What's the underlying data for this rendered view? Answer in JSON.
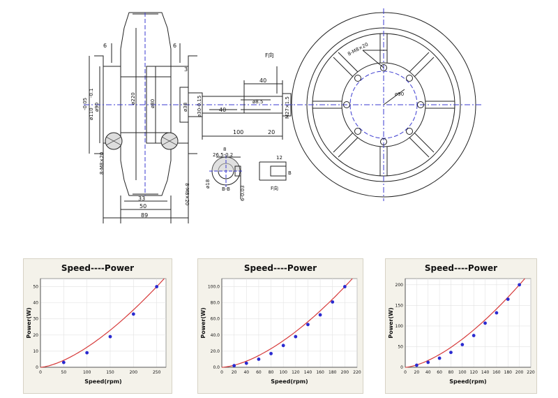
{
  "drawing": {
    "dims": {
      "d6_left": "6",
      "d6_right": "6",
      "d3": "3",
      "tol_neg": "-0.05",
      "tol_neg2": "-0.1",
      "d110": "ø110",
      "d90": "ø90",
      "d220": "ø220",
      "d80": "ø80",
      "d38": "ø38",
      "d30": "ø30-0.15",
      "d8_5": "ø8.5",
      "bolt_left": "8-M8×20",
      "bolt_right": "8-M8×20",
      "bolt_face": "8-M8×20",
      "pcd": "ø90",
      "d40_top": "40",
      "d40_mid": "40",
      "d100": "100",
      "d20": "20",
      "d33": "33",
      "d50": "50",
      "d89": "89",
      "thread": "M27×1.5",
      "view_label": "F向",
      "key_w": "8",
      "key_h": "26.5-0.2",
      "key_d": "ø18",
      "key_t": "6-0.03",
      "key_bb": "B-B",
      "key_l": "12",
      "key_b": "B",
      "key_f": "F向"
    }
  },
  "chart_data": [
    {
      "type": "line",
      "title": "Speed----Power",
      "xlabel": "Speed(rpm)",
      "ylabel": "Power(W)",
      "xlim": [
        0,
        270
      ],
      "ylim": [
        0,
        55
      ],
      "xticks": [
        0,
        50,
        100,
        150,
        200,
        250
      ],
      "yticks": [
        0,
        10,
        20,
        30,
        40,
        50
      ],
      "xtick_labels": [
        "0",
        "50",
        "100",
        "150",
        "200",
        "250"
      ],
      "ytick_labels": [
        "0",
        "10",
        "20",
        "30",
        "40",
        "50"
      ],
      "x": [
        50,
        100,
        150,
        200,
        250
      ],
      "y": [
        3,
        9,
        19,
        33,
        50
      ],
      "curve_exp": 1.52,
      "grid": true,
      "line_color": "#d63a3a",
      "marker_color": "#2a2ad0"
    },
    {
      "type": "line",
      "title": "Speed----Power",
      "xlabel": "Speed(rpm)",
      "ylabel": "Power(W)",
      "xlim": [
        0,
        220
      ],
      "ylim": [
        0,
        110
      ],
      "xticks": [
        0,
        20,
        40,
        60,
        80,
        100,
        120,
        140,
        160,
        180,
        200,
        220
      ],
      "yticks": [
        0,
        20,
        40,
        60,
        80,
        100
      ],
      "xtick_labels": [
        "0",
        "20",
        "40",
        "60",
        "80",
        "100",
        "120",
        "140",
        "160",
        "180",
        "200",
        "220"
      ],
      "ytick_labels": [
        "0.0",
        "20.0",
        "40.0",
        "60.0",
        "80.0",
        "100.0"
      ],
      "x": [
        20,
        40,
        60,
        80,
        100,
        120,
        140,
        160,
        180,
        200
      ],
      "y": [
        2,
        5,
        10,
        17,
        27,
        38,
        53,
        65,
        81,
        100
      ],
      "curve_exp": 1.6,
      "grid": true,
      "line_color": "#d63a3a",
      "marker_color": "#2a2ad0"
    },
    {
      "type": "line",
      "title": "Speed----Power",
      "xlabel": "Speed(rpm)",
      "ylabel": "Power(W)",
      "xlim": [
        0,
        220
      ],
      "ylim": [
        0,
        215
      ],
      "xticks": [
        0,
        20,
        40,
        60,
        80,
        100,
        120,
        140,
        160,
        180,
        200,
        220
      ],
      "yticks": [
        0,
        50,
        100,
        150,
        200
      ],
      "xtick_labels": [
        "0",
        "20",
        "40",
        "60",
        "80",
        "100",
        "120",
        "140",
        "160",
        "180",
        "200",
        "220"
      ],
      "ytick_labels": [
        "0",
        "50",
        "100",
        "150",
        "200"
      ],
      "x": [
        20,
        40,
        60,
        80,
        100,
        120,
        140,
        160,
        180,
        200
      ],
      "y": [
        5,
        12,
        22,
        36,
        55,
        77,
        107,
        132,
        165,
        200
      ],
      "curve_exp": 1.55,
      "grid": true,
      "line_color": "#d63a3a",
      "marker_color": "#2a2ad0"
    }
  ]
}
